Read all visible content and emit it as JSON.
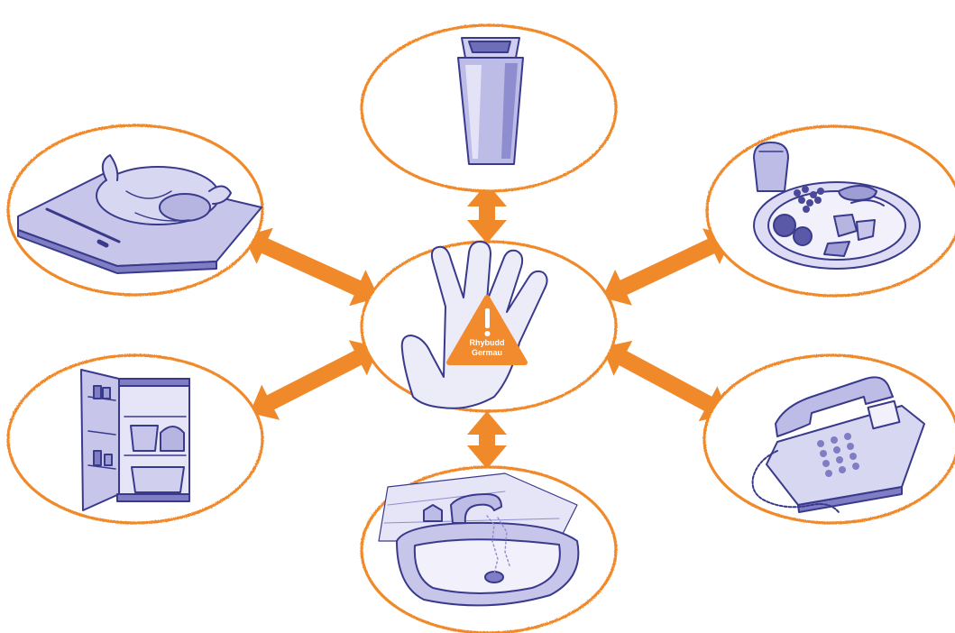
{
  "diagram": {
    "colors": {
      "accent": "#F0892A",
      "ink": "#3A3A8C",
      "fill": "#C9C8EA",
      "warning": "#F28A2E",
      "warning_text": "#FFFFFF"
    },
    "center": {
      "icon": "hand-icon",
      "badge_icon": "warning-triangle-icon",
      "badge_lines": [
        "Rhybudd",
        "Germau"
      ]
    },
    "nodes": [
      {
        "id": "bin",
        "icon": "waste-bin-icon"
      },
      {
        "id": "chicken",
        "icon": "raw-chicken-on-board-icon"
      },
      {
        "id": "plate",
        "icon": "food-plate-icon"
      },
      {
        "id": "fridge",
        "icon": "open-fridge-icon"
      },
      {
        "id": "phone",
        "icon": "telephone-icon"
      },
      {
        "id": "sink",
        "icon": "sink-tap-icon"
      }
    ]
  }
}
